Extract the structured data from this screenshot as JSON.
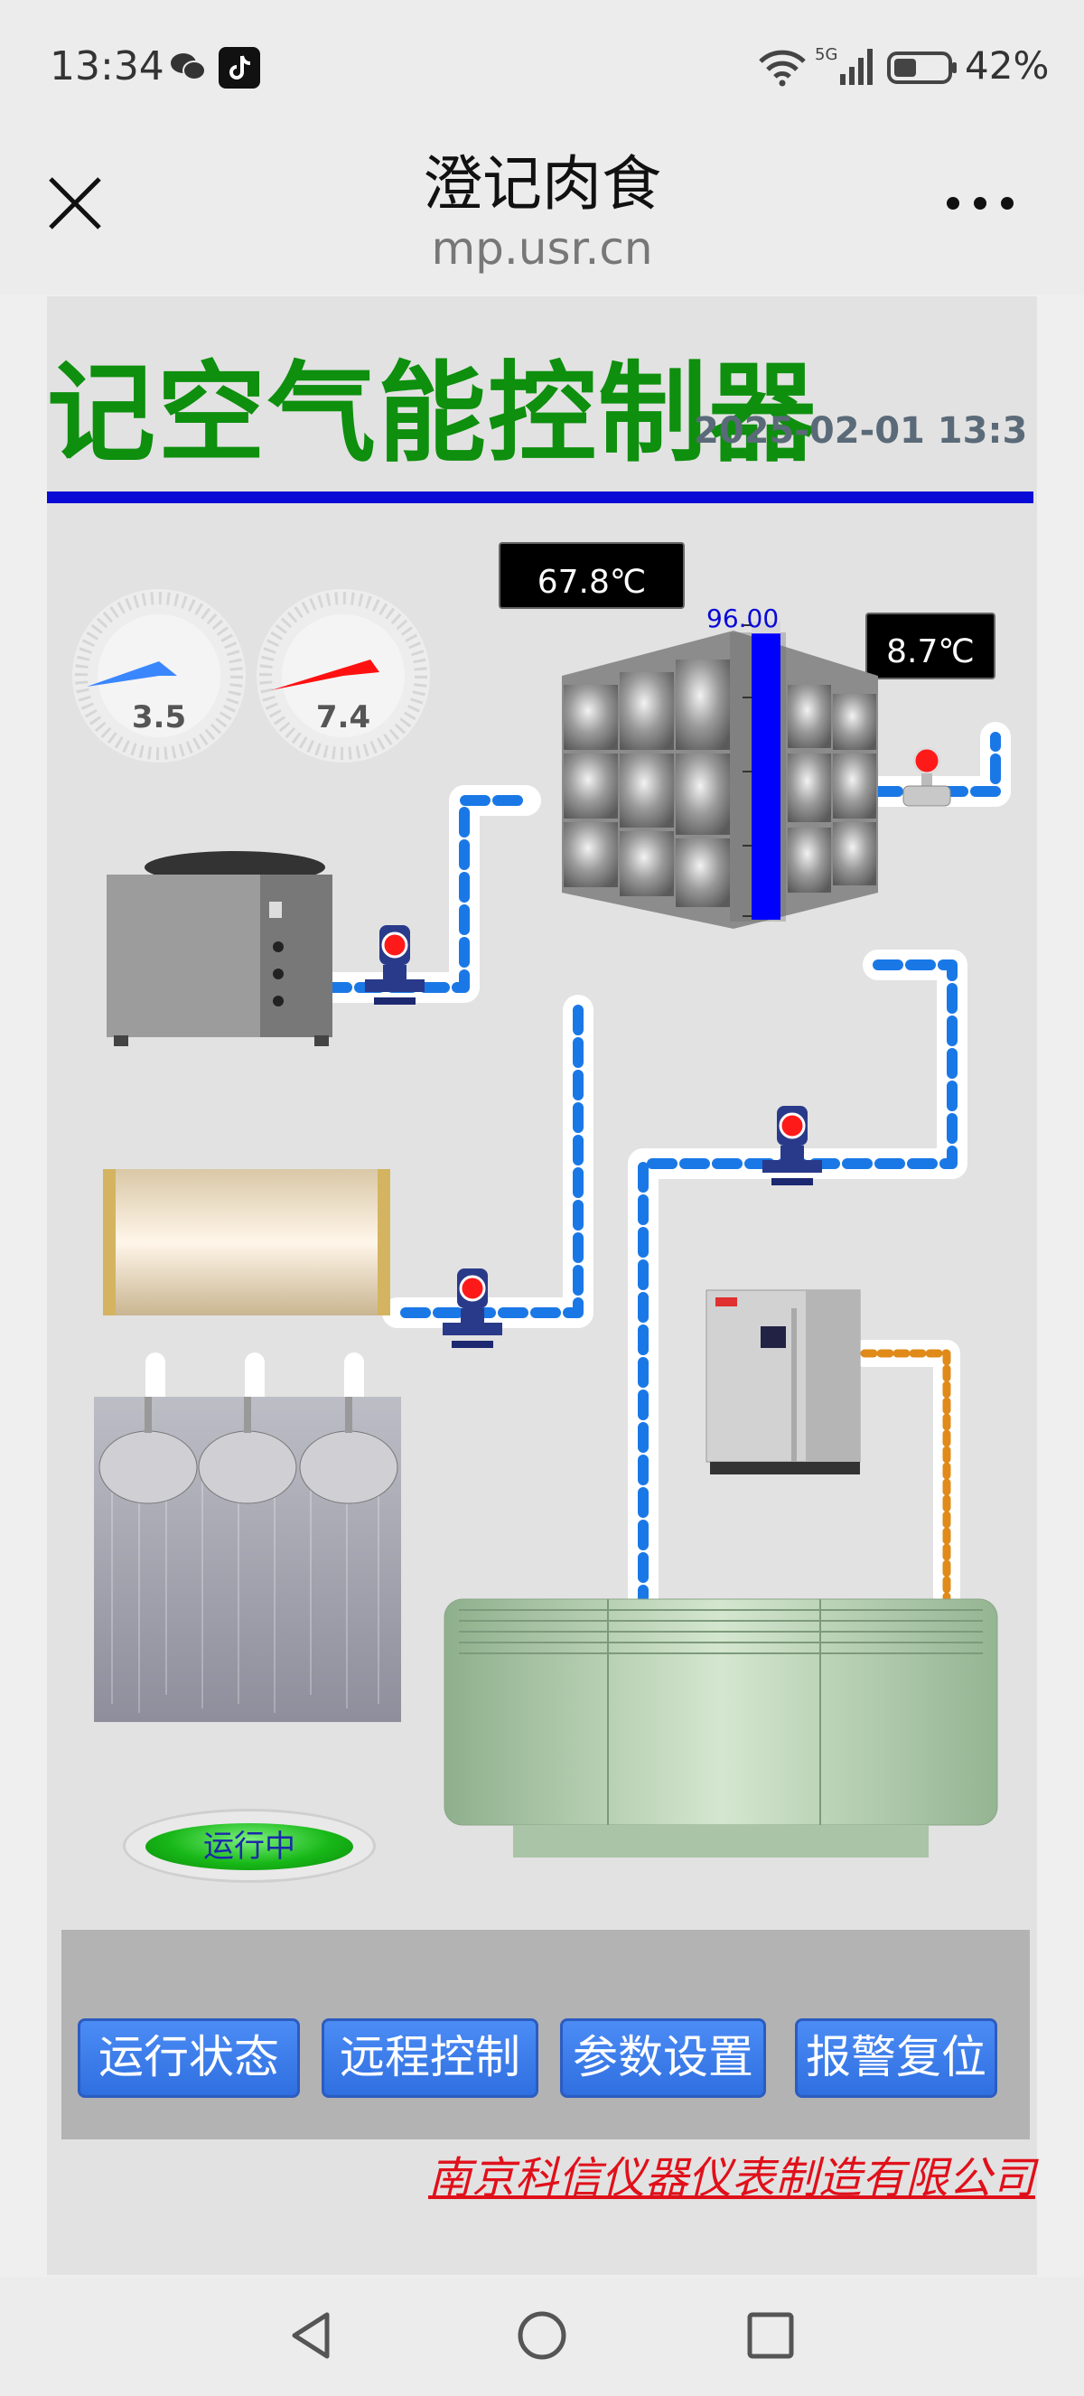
{
  "status_bar": {
    "time": "13:34",
    "battery_percent": "42%",
    "network": "5G",
    "icons": [
      "wechat-icon",
      "tiktok-icon",
      "wifi-icon",
      "signal-icon",
      "battery-icon"
    ]
  },
  "title_bar": {
    "title": "澄记肉食",
    "url": "mp.usr.cn",
    "icons": [
      "close-icon",
      "more-icon"
    ]
  },
  "page": {
    "heading": "记空气能控制器",
    "datetime": "2025-02-01 13:3",
    "gauges": [
      {
        "value": "3.5",
        "ticks": [
          "0",
          "2",
          "4",
          "6",
          "8",
          "10",
          "12",
          "14",
          "16",
          "18",
          "20"
        ],
        "needle_color": "#3a86ff"
      },
      {
        "value": "7.4",
        "ticks": [
          "0",
          "5",
          "10",
          "15",
          "20",
          "25",
          "30",
          "35",
          "40",
          "45",
          "50"
        ],
        "needle_color": "#ff1010"
      }
    ],
    "tank_temp": "67.8℃",
    "outlet_temp": "8.7℃",
    "tank_level_label": "96.00",
    "tank_level_fraction": 0.96,
    "status_badge": "运行中",
    "buttons": [
      "运行状态",
      "远程控制",
      "参数设置",
      "报警复位"
    ],
    "company": "南京科信仪器仪表制造有限公司",
    "colors": {
      "heading": "#0e8f0e",
      "rule": "#0a0ad6",
      "pipe_water": "#1a78e6",
      "pipe_oil": "#e08a1a",
      "button": "#3a7be8",
      "company": "#e0101a"
    }
  },
  "nav_bar": {
    "icons": [
      "back-icon",
      "home-icon",
      "recents-icon"
    ]
  }
}
